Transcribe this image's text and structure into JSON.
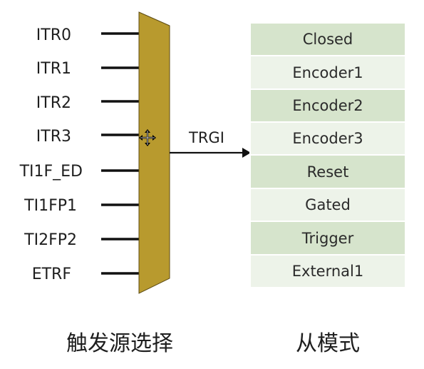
{
  "mux": {
    "inputs": [
      "ITR0",
      "ITR1",
      "ITR2",
      "ITR3",
      "TI1F_ED",
      "TI1FP1",
      "TI2FP2",
      "ETRF"
    ],
    "output_label": "TRGI",
    "fill_color": "#b89a2e",
    "caption": "触发源选择"
  },
  "slave_modes": {
    "items": [
      "Closed",
      "Encoder1",
      "Encoder2",
      "Encoder3",
      "Reset",
      "Gated",
      "Trigger",
      "External1"
    ],
    "caption": "从模式",
    "colors": {
      "dark_row": "#d6e4cc",
      "light_row": "#edf3e9",
      "border": "#ffffff"
    }
  },
  "cursor": {
    "icon": "move-cursor-icon"
  }
}
